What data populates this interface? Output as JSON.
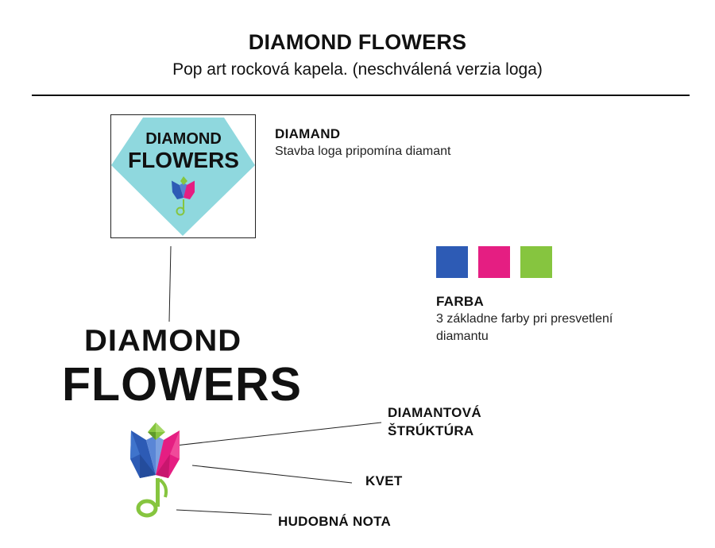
{
  "header": {
    "title": "DIAMOND FLOWERS",
    "subtitle": "Pop art rocková kapela. (neschválená verzia loga)"
  },
  "thumbnail": {
    "line1": "DIAMOND",
    "line2": "FLOWERS",
    "background_color": "#8fd8de"
  },
  "logo": {
    "line1": "DIAMOND",
    "line2": "FLOWERS",
    "icon": "tulip-music-note-icon"
  },
  "annotations": {
    "diamond": {
      "heading": "DIAMAND",
      "body": "Stavba loga pripomína diamant"
    },
    "color": {
      "heading": "FARBA",
      "body_line1": "3 základne farby pri presvetlení",
      "body_line2": "diamantu"
    },
    "structure": {
      "line1": "DIAMANTOVÁ",
      "line2": "ŠTRÚKTÚRA"
    },
    "flower": {
      "label": "KVET"
    },
    "note": {
      "label": "HUDOBNÁ NOTA"
    }
  },
  "palette": {
    "swatches": [
      {
        "name": "blue",
        "color": "#2d5bb5"
      },
      {
        "name": "pink",
        "color": "#e51e82"
      },
      {
        "name": "green",
        "color": "#86c53f"
      }
    ]
  }
}
